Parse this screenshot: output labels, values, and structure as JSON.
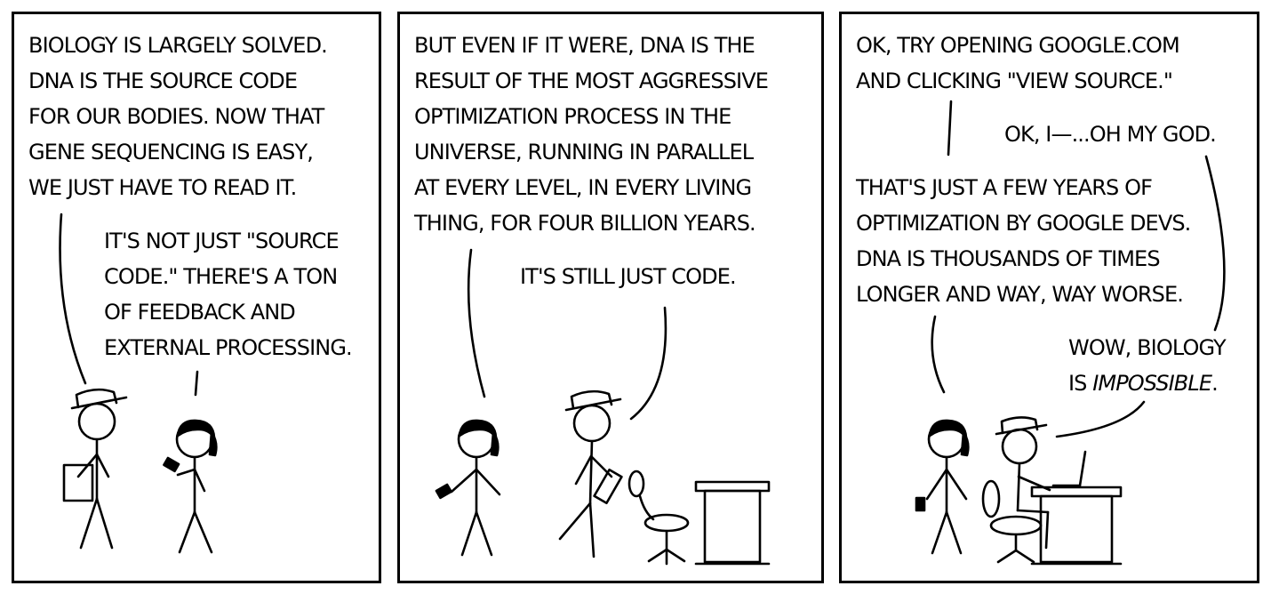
{
  "panels": [
    {
      "dialogue": [
        "Biology is largely solved.\nDNA is the source code\nfor our bodies. Now that\ngene sequencing is easy,\nwe just have to read it.",
        "It's not just \"source\ncode.\" There's a ton\nof feedback and\nexternal processing."
      ]
    },
    {
      "dialogue": [
        "But even if it were, DNA is the\nresult of the most aggressive\noptimization process in the\nuniverse, running in parallel\nat every level, in every living\nthing, for four billion years.",
        "It's still just code."
      ]
    },
    {
      "dialogue": [
        "OK, try opening google.com\nand clicking \"view source.\"",
        "OK, I—...Oh my god.",
        "That's just a few years of\noptimization by Google devs.\nDNA is thousands of times\nlonger and way, way worse.",
        "Wow, biology\nis ",
        "impossible",
        "."
      ]
    }
  ]
}
